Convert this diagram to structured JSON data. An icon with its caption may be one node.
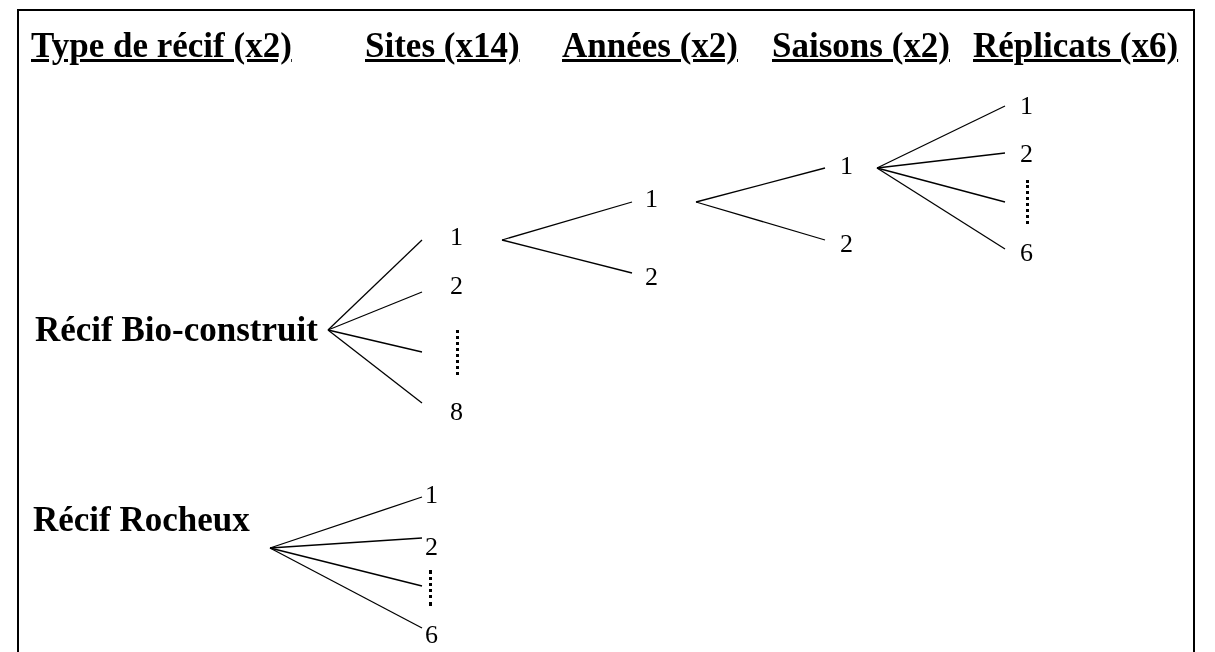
{
  "diagram": {
    "nodes": [
      {
        "text": [
          "Récif Bio-construit"
        ]
      },
      {
        "text": [
          "1"
        ]
      },
      {
        "text": [
          "2"
        ]
      },
      {
        "text": [],
        "shape": "dots"
      },
      {
        "text": [
          "8"
        ]
      },
      {
        "text": [
          "1"
        ]
      },
      {
        "text": [
          "2"
        ]
      },
      {
        "text": [
          "1"
        ]
      },
      {
        "text": [
          "2"
        ]
      },
      {
        "text": [
          "1"
        ]
      },
      {
        "text": [
          "2"
        ]
      },
      {
        "text": [],
        "shape": "dots"
      },
      {
        "text": [
          "6"
        ]
      },
      {
        "text": [
          "Récif Rocheux"
        ]
      },
      {
        "text": [
          "1"
        ]
      },
      {
        "text": [
          "2"
        ]
      },
      {
        "text": [],
        "shape": "dots"
      },
      {
        "text": [
          "6"
        ]
      }
    ],
    "edges": [
      {
        "from": 0,
        "to": 1,
        "arrow": "none"
      },
      {
        "from": 0,
        "to": 2,
        "arrow": "none"
      },
      {
        "from": 0,
        "to": 3,
        "arrow": "none"
      },
      {
        "from": 0,
        "to": 4,
        "arrow": "none"
      },
      {
        "from": 1,
        "to": 5,
        "arrow": "none"
      },
      {
        "from": 1,
        "to": 6,
        "arrow": "none"
      },
      {
        "from": 5,
        "to": 7,
        "arrow": "none"
      },
      {
        "from": 5,
        "to": 8,
        "arrow": "none"
      },
      {
        "from": 7,
        "to": 9,
        "arrow": "none"
      },
      {
        "from": 7,
        "to": 10,
        "arrow": "none"
      },
      {
        "from": 7,
        "to": 11,
        "arrow": "none"
      },
      {
        "from": 7,
        "to": 12,
        "arrow": "none"
      },
      {
        "from": 13,
        "to": 14,
        "arrow": "none"
      },
      {
        "from": 13,
        "to": 15,
        "arrow": "none"
      },
      {
        "from": 13,
        "to": 16,
        "arrow": "none"
      },
      {
        "from": 13,
        "to": 17,
        "arrow": "none"
      }
    ],
    "labels": [
      "Type de récif (x2)",
      "Sites (x14)",
      "Années (x2)",
      "Saisons (x2)",
      "Réplicats (x6)"
    ]
  }
}
